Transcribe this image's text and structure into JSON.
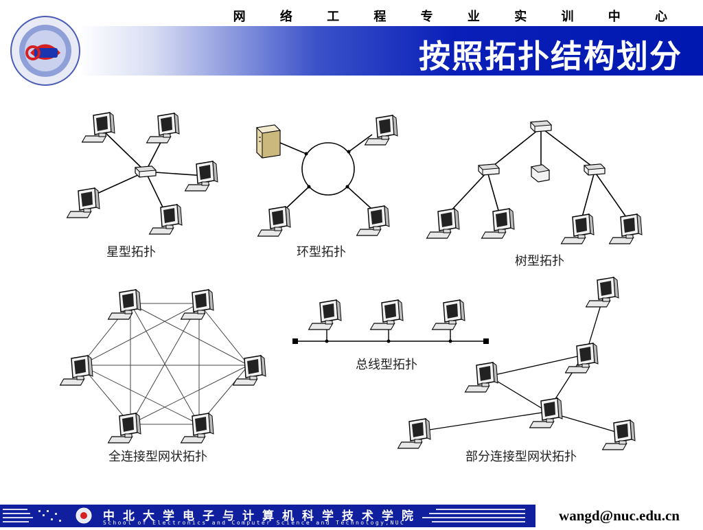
{
  "header": {
    "top_title": "网 络 工 程 专 业 实 训 中 心",
    "slide_title": "按照拓扑结构划分"
  },
  "topologies": {
    "star": "星型拓扑",
    "ring": "环型拓扑",
    "tree": "树型拓扑",
    "full_mesh": "全连接型网状拓扑",
    "bus": "总线型拓扑",
    "partial_mesh": "部分连接型网状拓扑"
  },
  "footer": {
    "school_cn": "中北大学电子与计算机科学技术学院",
    "school_en": "School of Electronics and Computer Science and Technology,NUC",
    "email": "wangd@nuc.edu.cn"
  },
  "colors": {
    "header_blue": "#0018b0",
    "footer_blue": "#0f1f9e"
  }
}
